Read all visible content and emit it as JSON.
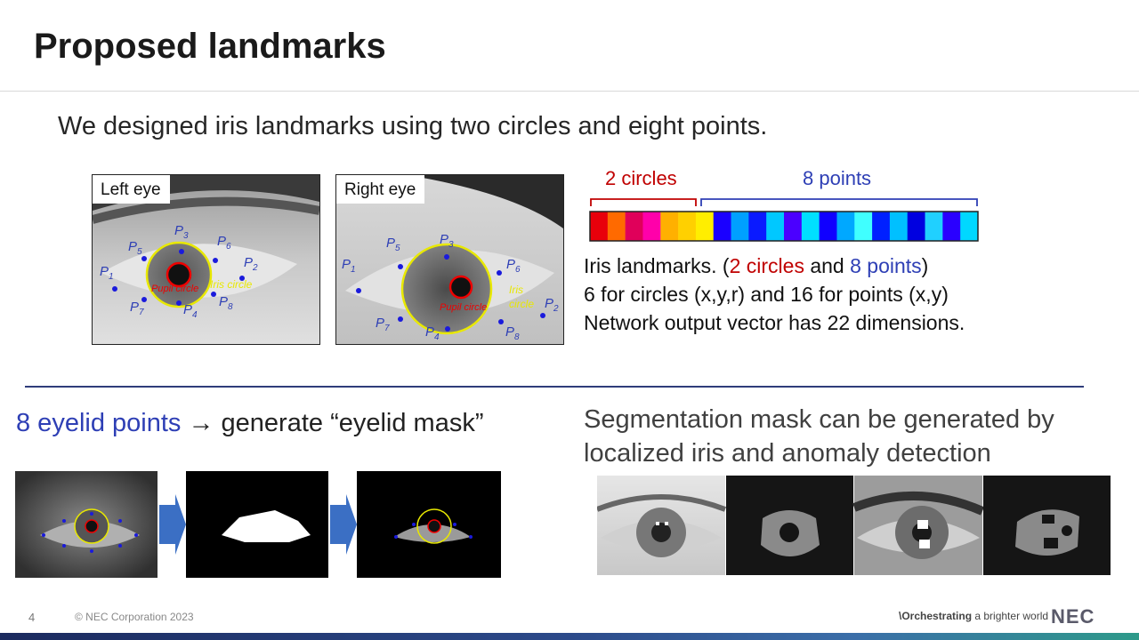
{
  "header": {
    "title": "Proposed landmarks"
  },
  "intro": "We designed iris landmarks using two circles and eight points.",
  "left_eye": {
    "label": "Left eye",
    "iris_circle": "Iris circle",
    "pupil_circle": "Pupil circle",
    "points": [
      "P1",
      "P2",
      "P3",
      "P4",
      "P5",
      "P6",
      "P7",
      "P8"
    ]
  },
  "right_eye": {
    "label": "Right eye",
    "iris_circle_1": "Iris",
    "iris_circle_2": "circle",
    "pupil_circle": "Pupil circle",
    "points": [
      "P1",
      "P2",
      "P3",
      "P4",
      "P5",
      "P6",
      "P7",
      "P8"
    ]
  },
  "vector": {
    "circles_label": "2 circles",
    "points_label": "8 points",
    "colors": [
      "#e8000b",
      "#ff6a00",
      "#e0005a",
      "#ff00aa",
      "#ffb000",
      "#ffd000",
      "#ffee00",
      "#1a00ff",
      "#00a0ff",
      "#0a1aff",
      "#00c8ff",
      "#4b00ff",
      "#00e0ff",
      "#1000ff",
      "#00a8ff",
      "#40ffff",
      "#0020ff",
      "#00c0ff",
      "#0000e0",
      "#20d0ff",
      "#2a00ff",
      "#00d8ff"
    ]
  },
  "explanation": {
    "line1_prefix": "Iris landmarks. (",
    "line1_circles": "2 circles",
    "line1_and": " and ",
    "line1_points": "8 points",
    "line1_suffix": ")",
    "line2": "6 for circles (x,y,r) and 16 for points (x,y)",
    "line3": "Network output vector has 22 dimensions."
  },
  "eyelid": {
    "highlight": "8 eyelid points",
    "arrow": "→",
    "rest": " generate “eyelid mask”"
  },
  "segmentation": {
    "line1": "Segmentation mask can be generated by",
    "line2": "localized iris and anomaly detection"
  },
  "footer": {
    "page_number": "4",
    "copyright": "© NEC Corporation 2023",
    "tagline_bold": "\\Orchestrating",
    "tagline_rest": " a brighter world",
    "logo": "NEC"
  }
}
